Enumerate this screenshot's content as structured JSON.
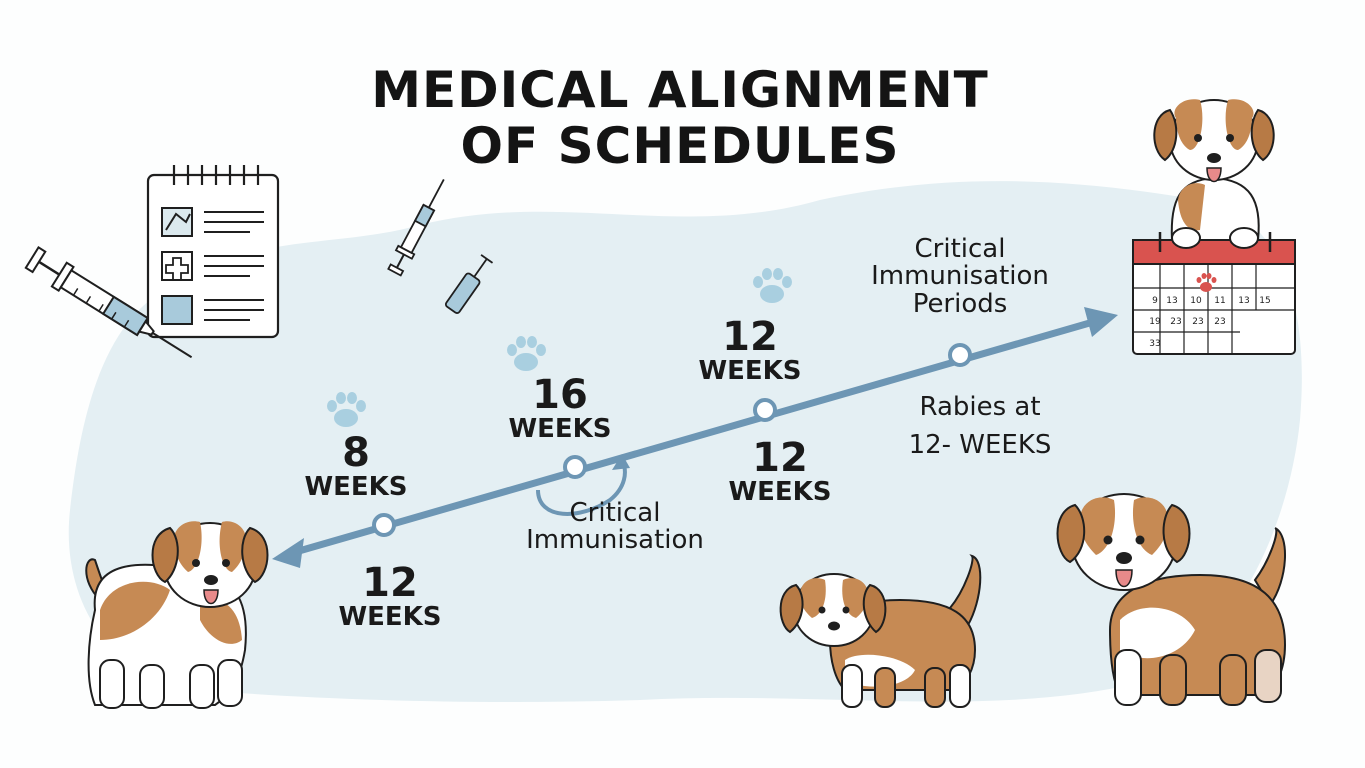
{
  "title": {
    "line1": "MEDICAL ALIGNMENT",
    "line2": "OF SCHEDULES"
  },
  "milestones": [
    {
      "value": "8",
      "unit": "WEEKS"
    },
    {
      "value": "16",
      "unit": "WEEKS"
    },
    {
      "value": "12",
      "unit": "WEEKS"
    }
  ],
  "lower_labels": [
    {
      "value": "12",
      "unit": "WEEKS"
    },
    {
      "value": "12",
      "unit": "WEEKS"
    }
  ],
  "annotations": {
    "critical_short_1": "Critical",
    "critical_short_2": "Immunisation",
    "critical_periods_1": "Critical",
    "critical_periods_2": "Immunisation",
    "critical_periods_3": "Periods",
    "rabies_1": "Rabies at",
    "rabies_2": "12- WEEKS"
  },
  "calendar_numbers": [
    "9",
    "13",
    "10",
    "11",
    "13",
    "15",
    "19",
    "23",
    "23",
    "23",
    "33"
  ],
  "colors": {
    "timeline": "#6d96b4",
    "background_blob": "#e4eff3",
    "puppy_fur": "#c68a54",
    "paw": "#a9cfe0"
  },
  "icons": [
    "syringe-icon",
    "clipboard-icon",
    "calendar-icon",
    "paw-icon",
    "puppy-icon"
  ]
}
